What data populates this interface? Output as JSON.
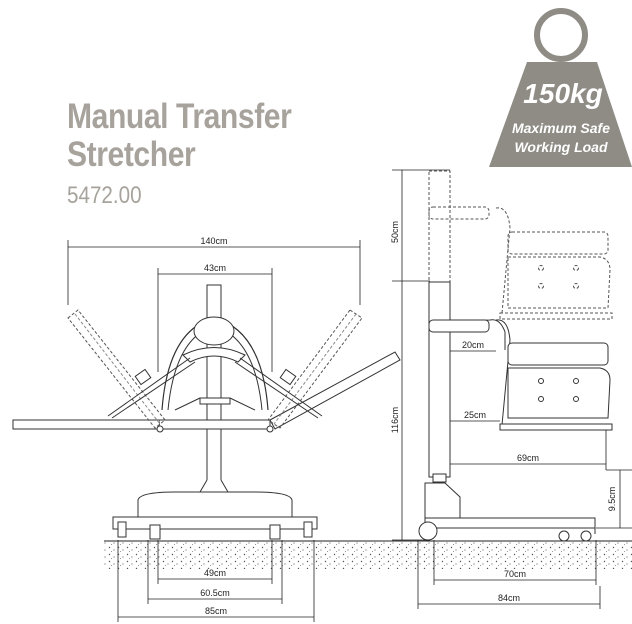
{
  "title_line1": "Manual Transfer",
  "title_line2": "Stretcher",
  "product_code": "5472.00",
  "load_badge": {
    "weight": "150kg",
    "line1": "Maximum Safe",
    "line2": "Working Load",
    "color": "#8f8b85"
  },
  "dimensions": {
    "width_total": "140cm",
    "width_inner": "43cm",
    "base_inner": "49cm",
    "base_mid": "60.5cm",
    "base_outer": "85cm",
    "upper_height": "50cm",
    "lower_height": "116cm",
    "seat_gap": "20cm",
    "seat_depth": "25cm",
    "reach": "69cm",
    "ground_clear": "9.5cm",
    "base_length": "70cm",
    "base_total": "84cm"
  }
}
